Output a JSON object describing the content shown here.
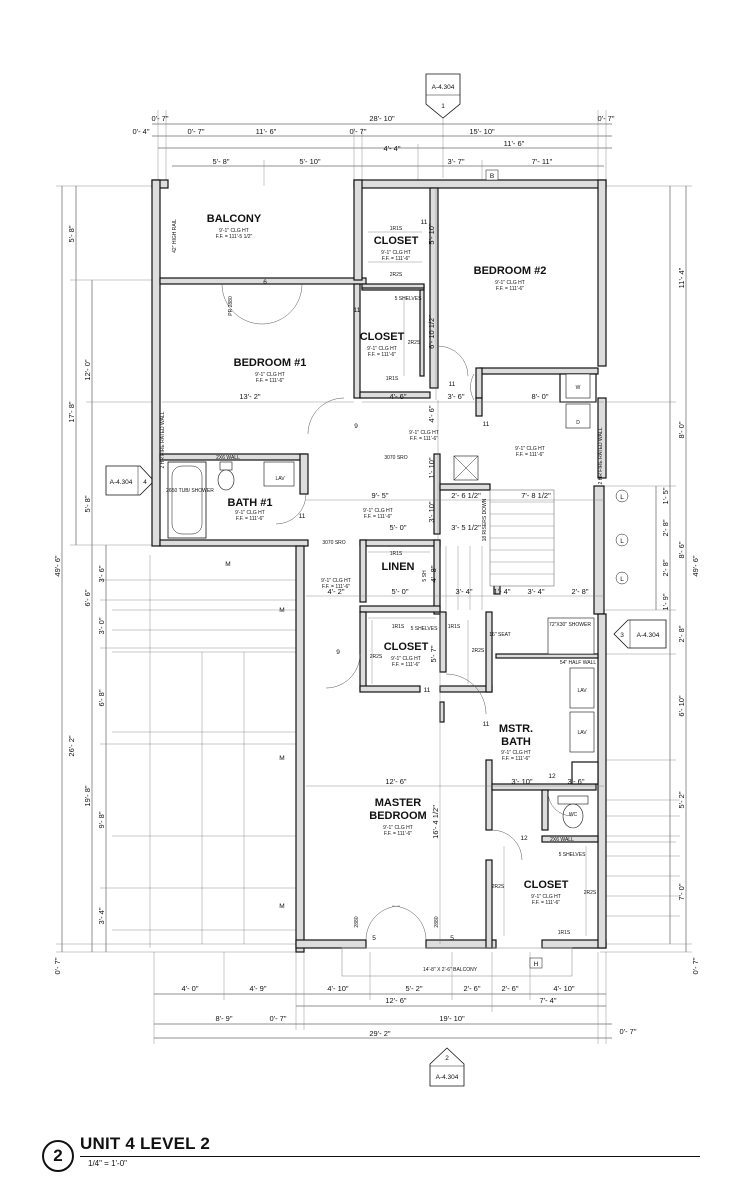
{
  "sheet": {
    "drawing_number": "2",
    "title": "UNIT 4 LEVEL 2",
    "scale": "1/4\" = 1'-0\""
  },
  "refs": {
    "top": {
      "sheet": "A-4.304",
      "num": "1"
    },
    "bottom": {
      "sheet": "A-4.304",
      "num": "2"
    },
    "left": {
      "sheet": "A-4.304",
      "num": "4"
    },
    "right": {
      "sheet": "A-4.304",
      "num": "3"
    }
  },
  "rooms": {
    "balcony": {
      "name": "BALCONY",
      "clg": "9'-1\" CLG HT",
      "ff": "F.F. = 111'-5 1/2\""
    },
    "bedroom1": {
      "name": "BEDROOM #1",
      "clg": "9'-1\" CLG HT",
      "ff": "F.F. = 111'-6\""
    },
    "closet_a": {
      "name": "CLOSET",
      "clg": "9'-1\" CLG HT",
      "ff": "F.F. = 111'-6\""
    },
    "closet_b": {
      "name": "CLOSET",
      "clg": "9'-1\" CLG HT",
      "ff": "F.F. = 111'-6\""
    },
    "bedroom2": {
      "name": "BEDROOM #2",
      "clg": "9'-1\" CLG HT",
      "ff": "F.F. = 111'-6\""
    },
    "bath1": {
      "name": "BATH #1",
      "clg": "9'-1\" CLG HT",
      "ff": "F.F. = 111'-6\""
    },
    "linen": {
      "name": "LINEN",
      "clg": "9'-1\" CLG HT",
      "ff": "F.F. = 111'-6\""
    },
    "closet_c": {
      "name": "CLOSET",
      "clg": "9'-1\" CLG HT",
      "ff": "F.F. = 111'-6\""
    },
    "master_bath": {
      "name1": "MSTR.",
      "name2": "BATH",
      "clg": "9'-1\" CLG HT",
      "ff": "F.F. = 111'-6\""
    },
    "master_bed": {
      "name1": "MASTER",
      "name2": "BEDROOM",
      "clg": "9'-1\" CLG HT",
      "ff": "F.F. = 111'-6\""
    },
    "closet_d": {
      "name": "CLOSET",
      "clg": "9'-1\" CLG HT",
      "ff": "F.F. = 111'-6\""
    },
    "hall": {
      "clg": "9'-1\" CLG HT",
      "ff": "F.F. = 111'-6\""
    },
    "landing": {
      "clg": "9'-1\" CLG HT",
      "ff": "F.F. = 111'-6\""
    },
    "stair": {
      "clg": "9'-1\" CLG HT",
      "ff": "F.F. = 111'-6\""
    }
  },
  "notes": {
    "wall_2x6_a": "2X6 WALL",
    "wall_2x6_b": "2X6 WALL",
    "fire_wall_left": "2 HR FIRE RATED WALL",
    "fire_wall_right": "2 HR FIRE RATED WALL",
    "balcony_rail": "42\" HIGH RAIL",
    "balcony_bottom": "14'-8\" X 2'-6\" BALCONY",
    "shower_bath1": "2650 TUB/ SHOWER",
    "shower_master": "72\"X30\" SHOWER",
    "seat": "16\" SEAT",
    "half_wall": "54\" HALF WALL",
    "lav": "LAV",
    "wc": "WC",
    "d": "D",
    "w": "W",
    "shelves": "5 SHELVES",
    "rods_1r1s": "1R1S",
    "rods_2r2s": "2R2S",
    "door_3070": "3070 SRO",
    "door_2880": "PR 2880",
    "door_2880b": "2880",
    "stair_note": "18 RISERS DOWN",
    "stair_sh": "5 SH"
  },
  "tags": {
    "B": "B",
    "H": "H",
    "L": "L",
    "M": "M"
  },
  "door_numbers": [
    "6",
    "11",
    "11",
    "11",
    "11",
    "11",
    "11",
    "11",
    "9",
    "9",
    "5",
    "5",
    "12",
    "12"
  ],
  "dims": {
    "top": [
      "0'- 7\"",
      "28'- 10\"",
      "0'- 7\"",
      "0'- 4\"",
      "0'- 7\"",
      "11'- 6\"",
      "0'- 7\"",
      "15'- 10\"",
      "11'- 6\"",
      "4'- 4\"",
      "5'- 8\"",
      "5'- 10\"",
      "3'- 7\"",
      "7'- 11\""
    ],
    "left": [
      "5'- 8\"",
      "17'- 8\"",
      "12'- 0\"",
      "5'- 8\"",
      "49'- 6\"",
      "3'- 6\"",
      "6'- 6\"",
      "3'- 0\"",
      "26'- 2\"",
      "6'- 8\"",
      "19'- 8\"",
      "9'- 8\"",
      "3'- 4\"",
      "0'- 7\""
    ],
    "right": [
      "11'- 4\"",
      "8'- 0\"",
      "1'- 5\"",
      "2'- 8\"",
      "8'- 6\"",
      "2'- 8\"",
      "49'- 6\"",
      "1'- 9\"",
      "2'- 8\"",
      "6'- 10\"",
      "5'- 2\"",
      "7'- 0\"",
      "0'- 7\""
    ],
    "bottom": [
      "4'- 0\"",
      "4'- 9\"",
      "4'- 10\"",
      "5'- 2\"",
      "2'- 6\"",
      "2'- 6\"",
      "4'- 10\"",
      "12'- 6\"",
      "7'- 4\"",
      "8'- 9\"",
      "0'- 7\"",
      "19'- 10\"",
      "29'- 2\"",
      "0'- 7\""
    ],
    "interior": [
      "5'- 10\"",
      "6'- 10 1/2\"",
      "4'- 6\"",
      "3'- 6\"",
      "13'- 2\"",
      "8'- 0\"",
      "4'- 6\"",
      "1'- 10\"",
      "9'- 5\"",
      "3'- 10\"",
      "2'- 6 1/2\"",
      "7'- 8 1/2\"",
      "5'- 0\"",
      "3'- 5 1/2\"",
      "4'- 8\"",
      "4'- 2\"",
      "5'- 0\"",
      "3'- 4\"",
      "1'- 4\"",
      "3'- 4\"",
      "2'- 8\"",
      "5'- 7\"",
      "12'- 6\"",
      "3'- 10\"",
      "3'- 6\"",
      "16'- 4 1/2\""
    ]
  }
}
